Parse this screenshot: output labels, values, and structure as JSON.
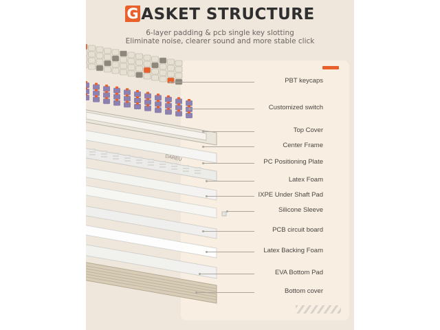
{
  "title": {
    "first_letter": "G",
    "rest": "ASKET STRUCTURE"
  },
  "subtitle": [
    "6-layer padding & pcb single key slotting",
    "Eliminate noise, clearer sound and more stable click"
  ],
  "brand_mark": "DAREU",
  "layers": [
    {
      "label": "PBT keycaps"
    },
    {
      "label": "Customized switch"
    },
    {
      "label": "Top Cover"
    },
    {
      "label": "Center Frame"
    },
    {
      "label": "PC Positioning Plate"
    },
    {
      "label": "Latex Foam"
    },
    {
      "label": "IXPE Under Shaft Pad"
    },
    {
      "label": "Silicone Sleeve"
    },
    {
      "label": "PCB circuit board"
    },
    {
      "label": "Latex Backing Foam"
    },
    {
      "label": "EVA Bottom Pad"
    },
    {
      "label": "Bottom cover"
    }
  ],
  "colors": {
    "accent": "#e8602c",
    "background": "#efe6dc",
    "panel": "#f8eee1",
    "keycap_cream": "#e6e0d2",
    "keycap_grey": "#8c867b",
    "switch_purple": "#7b6ea8"
  }
}
